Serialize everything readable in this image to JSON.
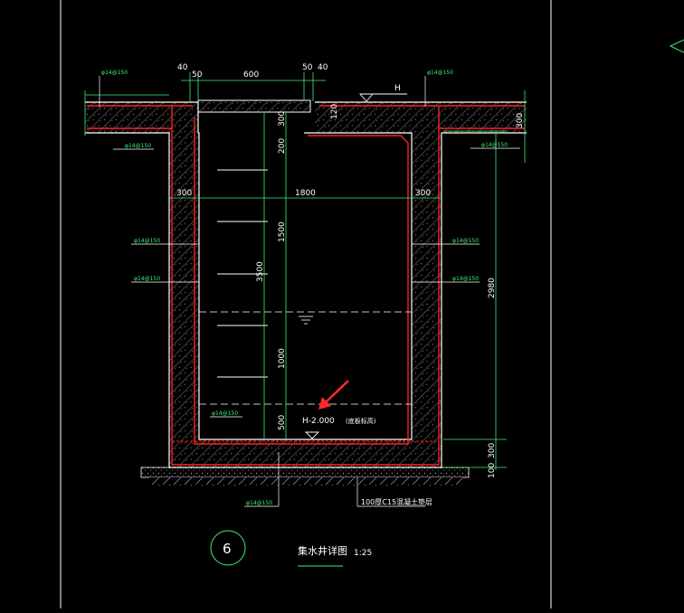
{
  "drawing": {
    "title": "集水井详图",
    "scale": "1:25",
    "detail_number": "6",
    "level_top": "H",
    "level_bottom": "H-2.000",
    "level_bottom_note": "(底板标高)",
    "cushion_note": "100厚C15混凝土垫层",
    "dims": {
      "top_40_left": "40",
      "top_50_left": "50",
      "top_600": "600",
      "top_50_right": "50",
      "top_40_right": "40",
      "v_300_top": "300",
      "v_200": "200",
      "v_1500": "1500",
      "v_3500": "3500",
      "v_1000": "1000",
      "v_500": "500",
      "h_300_left": "300",
      "h_1800": "1800",
      "h_300_right": "300",
      "slab_120": "120",
      "right_300_top": "300",
      "right_2980": "2980",
      "right_300_bottom": "300",
      "right_100": "100"
    },
    "rebar": {
      "top_left": "φ14@150",
      "top_right": "φ14@150",
      "slab_left": "φ14@150",
      "slab_right": "φ14@150",
      "wall_left_1": "φ14@150",
      "wall_left_2": "φ14@150",
      "wall_right_1": "φ14@150",
      "wall_right_2": "φ14@150",
      "base_inner": "φ14@150",
      "base_bottom": "φ14@150"
    }
  },
  "colors": {
    "background": "#000000",
    "frame": "#ffffff",
    "concrete_outline": "#ff2020",
    "dimension_line": "#3cf07a",
    "text": "#ffffff",
    "pointer_arrow": "#ff2a2a"
  }
}
